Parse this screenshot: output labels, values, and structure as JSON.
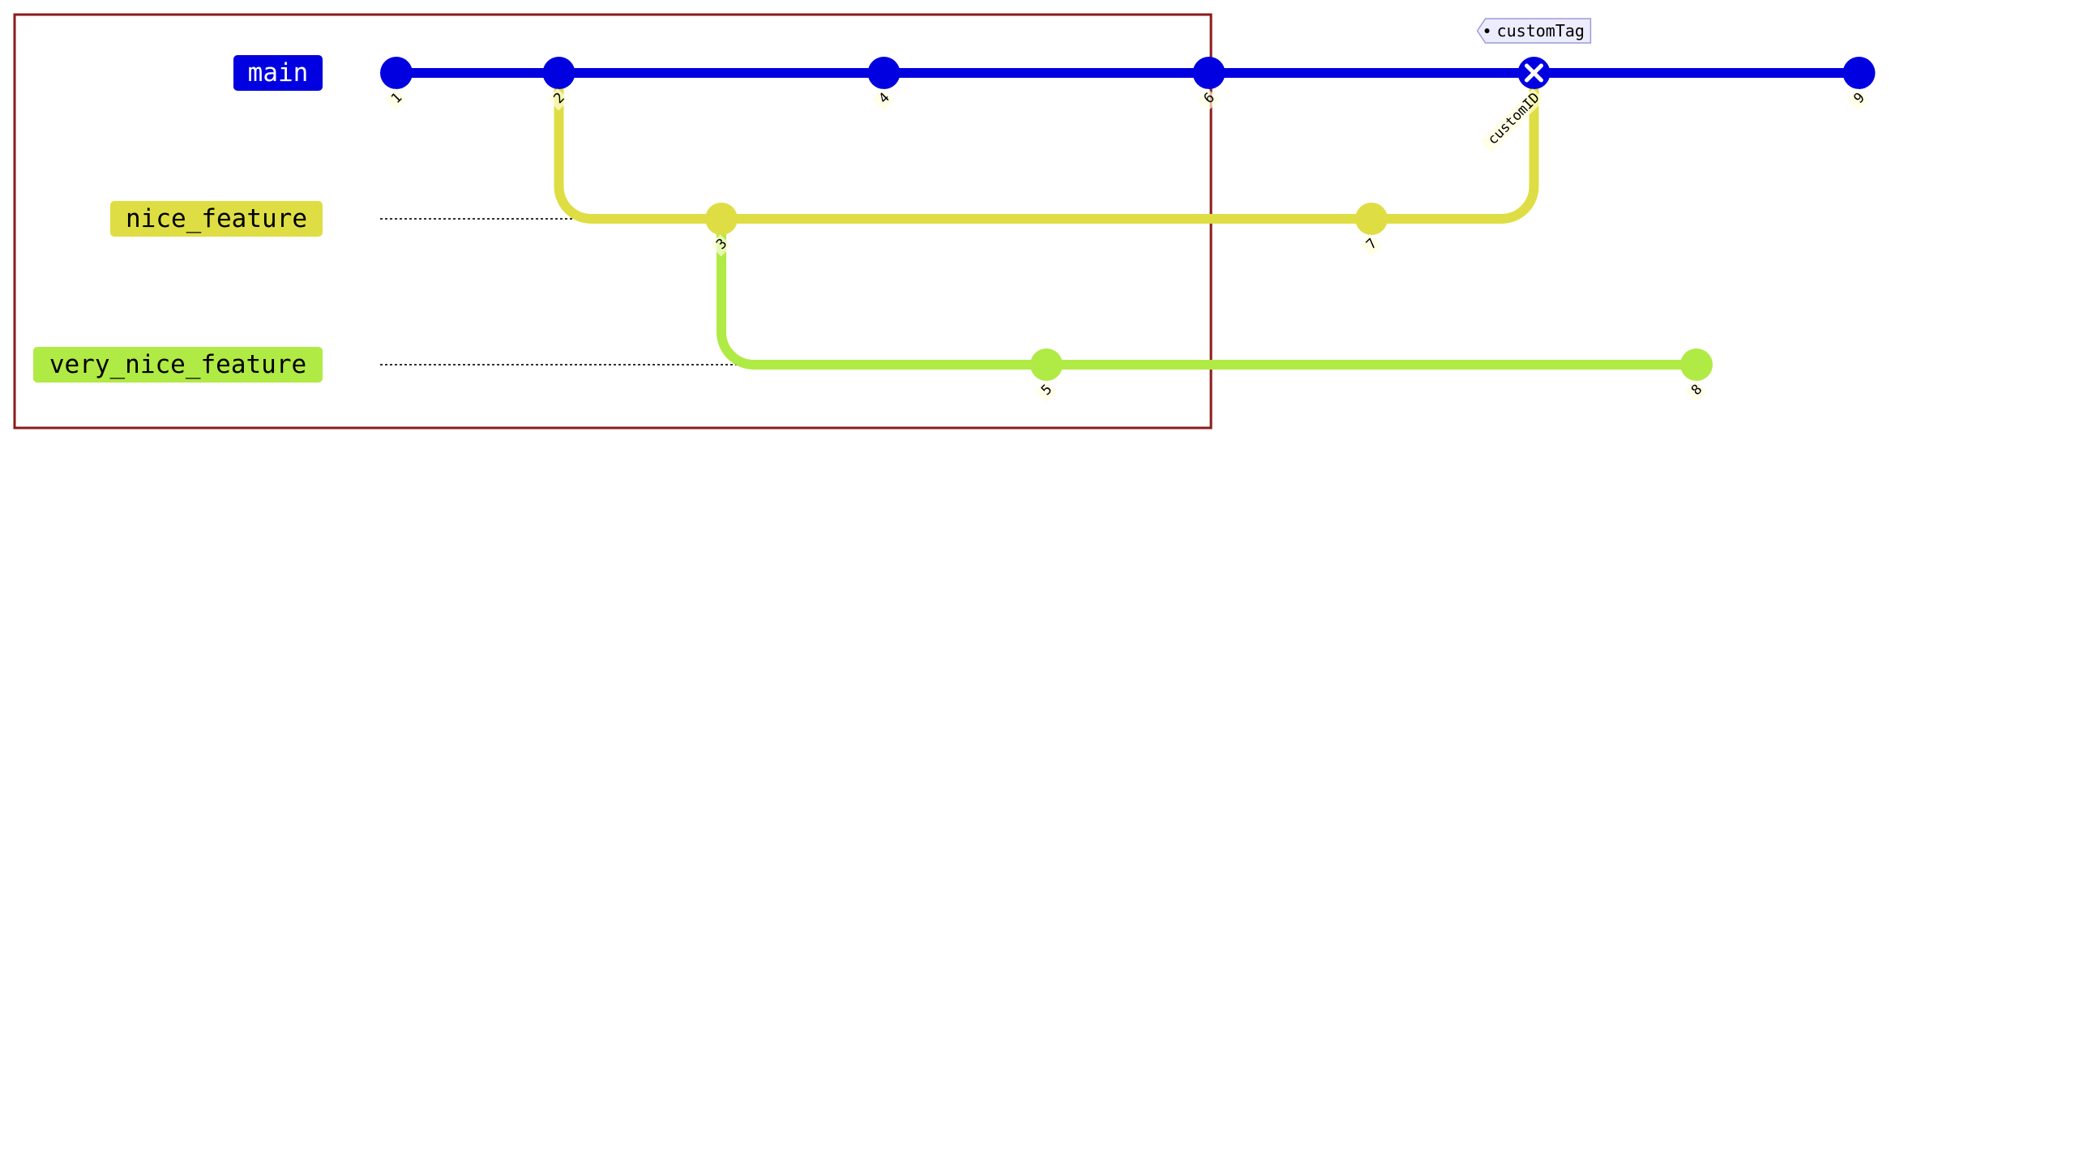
{
  "diagram": {
    "type": "gitgraph",
    "colors": {
      "border": "#8b1a1a",
      "dotted": "#333333",
      "label_bg": "#ffffde",
      "tag_bg": "#ececff",
      "tag_border": "#9c9cd6"
    },
    "branches": [
      {
        "id": "main",
        "label": "main",
        "color": "#0000e0",
        "text_color": "#ffffff"
      },
      {
        "id": "nice_feature",
        "label": "nice_feature",
        "color": "#dede44",
        "text_color": "#000000"
      },
      {
        "id": "very_nice_feature",
        "label": "very_nice_feature",
        "color": "#b0ea44",
        "text_color": "#000000"
      }
    ],
    "commits": [
      {
        "id": "1",
        "label": "1",
        "branch": "main",
        "seq": 0
      },
      {
        "id": "2",
        "label": "2",
        "branch": "main",
        "seq": 1
      },
      {
        "id": "3",
        "label": "3",
        "branch": "nice_feature",
        "seq": 2
      },
      {
        "id": "4",
        "label": "4",
        "branch": "main",
        "seq": 3
      },
      {
        "id": "5",
        "label": "5",
        "branch": "very_nice_feature",
        "seq": 4
      },
      {
        "id": "6",
        "label": "6",
        "branch": "main",
        "seq": 5
      },
      {
        "id": "7",
        "label": "7",
        "branch": "nice_feature",
        "seq": 6
      },
      {
        "id": "customID",
        "label": "customID",
        "branch": "main",
        "seq": 7,
        "type": "reverse",
        "tag": "customTag"
      },
      {
        "id": "8",
        "label": "8",
        "branch": "very_nice_feature",
        "seq": 8
      },
      {
        "id": "9",
        "label": "9",
        "branch": "main",
        "seq": 9
      }
    ],
    "links": [
      {
        "from": "2",
        "to": "3"
      },
      {
        "from": "3",
        "to": "5"
      },
      {
        "from": "3",
        "to": "7"
      },
      {
        "from": "5",
        "to": "8"
      },
      {
        "from": "7",
        "to": "customID"
      }
    ]
  }
}
